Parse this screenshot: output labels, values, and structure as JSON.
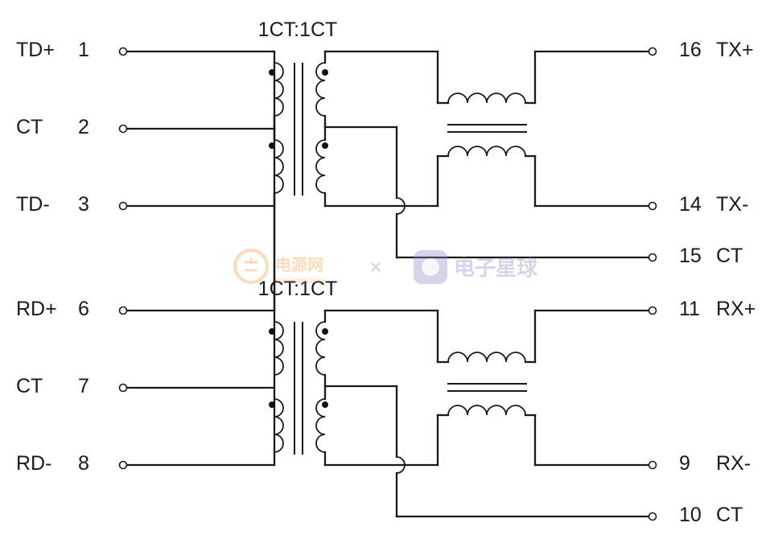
{
  "colors": {
    "line": "#1a1a1a",
    "background": "#ffffff",
    "watermark_orange": "#f39a3c",
    "watermark_purple": "#8c87c9"
  },
  "blocks": [
    {
      "title": "1CT:1CT",
      "left_pins": [
        {
          "name": "TD+",
          "number": "1"
        },
        {
          "name": "CT",
          "number": "2"
        },
        {
          "name": "TD-",
          "number": "3"
        }
      ],
      "right_pins": [
        {
          "number": "16",
          "name": "TX+"
        },
        {
          "number": "14",
          "name": "TX-"
        },
        {
          "number": "15",
          "name": "CT"
        }
      ]
    },
    {
      "title": "1CT:1CT",
      "left_pins": [
        {
          "name": "RD+",
          "number": "6"
        },
        {
          "name": "CT",
          "number": "7"
        },
        {
          "name": "RD-",
          "number": "8"
        }
      ],
      "right_pins": [
        {
          "number": "11",
          "name": "RX+"
        },
        {
          "number": "9",
          "name": "RX-"
        },
        {
          "number": "10",
          "name": "CT"
        }
      ]
    }
  ],
  "watermark": {
    "logo1": "电源网",
    "logo1_sub": "DianYuan.com",
    "separator": "×",
    "logo2": "电子星球"
  }
}
